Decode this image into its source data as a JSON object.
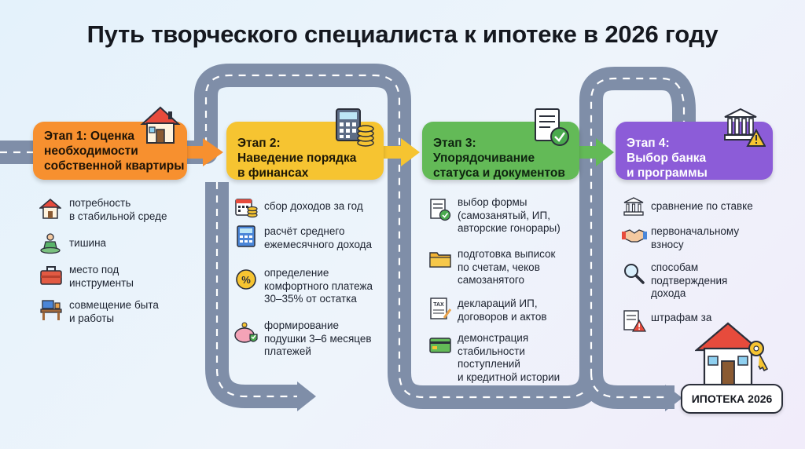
{
  "title": "Путь творческого специалиста к ипотеке в 2026 году",
  "colors": {
    "stage1": "#f7902f",
    "stage2": "#f6c431",
    "stage3": "#63ba57",
    "stage4": "#8c5cd8",
    "road": "#7c8ba5"
  },
  "stages": [
    {
      "label_lines": [
        "Этап 1: Оценка",
        "необходимости",
        "собственной квартиры"
      ],
      "icon": "house-icon",
      "items": [
        {
          "icon": "house-icon",
          "lines": [
            "потребность",
            "в стабильной среде"
          ]
        },
        {
          "icon": "meditation-icon",
          "lines": [
            "тишина"
          ]
        },
        {
          "icon": "toolbox-icon",
          "lines": [
            "место под",
            "инструменты"
          ]
        },
        {
          "icon": "desk-icon",
          "lines": [
            "совмещение быта",
            "и работы"
          ]
        }
      ]
    },
    {
      "label_lines": [
        "Этап 2:",
        "Наведение порядка",
        "в финансах"
      ],
      "icon": "calculator-coins-icon",
      "items": [
        {
          "icon": "calendar-coins-icon",
          "lines": [
            "сбор доходов за год"
          ]
        },
        {
          "icon": "calculator-icon",
          "lines": [
            "расчёт среднего",
            "ежемесячного дохода"
          ]
        },
        {
          "icon": "percent-coin-icon",
          "lines": [
            "определение",
            "комфортного платежа",
            "30–35% от остатка"
          ]
        },
        {
          "icon": "piggy-bank-icon",
          "lines": [
            "формирование",
            "подушки 3–6 месяцев",
            "платежей"
          ]
        }
      ]
    },
    {
      "label_lines": [
        "Этап 3:",
        "Упорядочивание",
        "статуса и документов"
      ],
      "icon": "document-check-icon",
      "items": [
        {
          "icon": "document-check-icon",
          "lines": [
            "выбор формы",
            "(самозанятый, ИП,",
            "авторские гонорары)"
          ]
        },
        {
          "icon": "folder-icon",
          "lines": [
            "подготовка выписок",
            "по счетам, чеков",
            "самозанятого"
          ]
        },
        {
          "icon": "tax-form-icon",
          "tax_label": "TAX",
          "lines": [
            "деклараций ИП,",
            "договоров и актов"
          ]
        },
        {
          "icon": "credit-card-icon",
          "lines": [
            "демонстрация",
            "стабильности",
            "поступлений",
            "и кредитной истории"
          ]
        }
      ]
    },
    {
      "label_lines": [
        "Этап 4:",
        "Выбор банка",
        "и программы"
      ],
      "icon": "bank-warning-icon",
      "items": [
        {
          "icon": "bank-icon",
          "lines": [
            "сравнение по ставке"
          ]
        },
        {
          "icon": "handshake-icon",
          "lines": [
            "первоначальному",
            "взносу"
          ]
        },
        {
          "icon": "magnifier-icon",
          "lines": [
            "способам",
            "подтверждения",
            "дохода"
          ]
        },
        {
          "icon": "document-warning-icon",
          "lines": [
            "штрафам за"
          ]
        }
      ]
    }
  ],
  "final": {
    "label": "ИПОТЕКА 2026",
    "icon": "house-key-icon"
  }
}
